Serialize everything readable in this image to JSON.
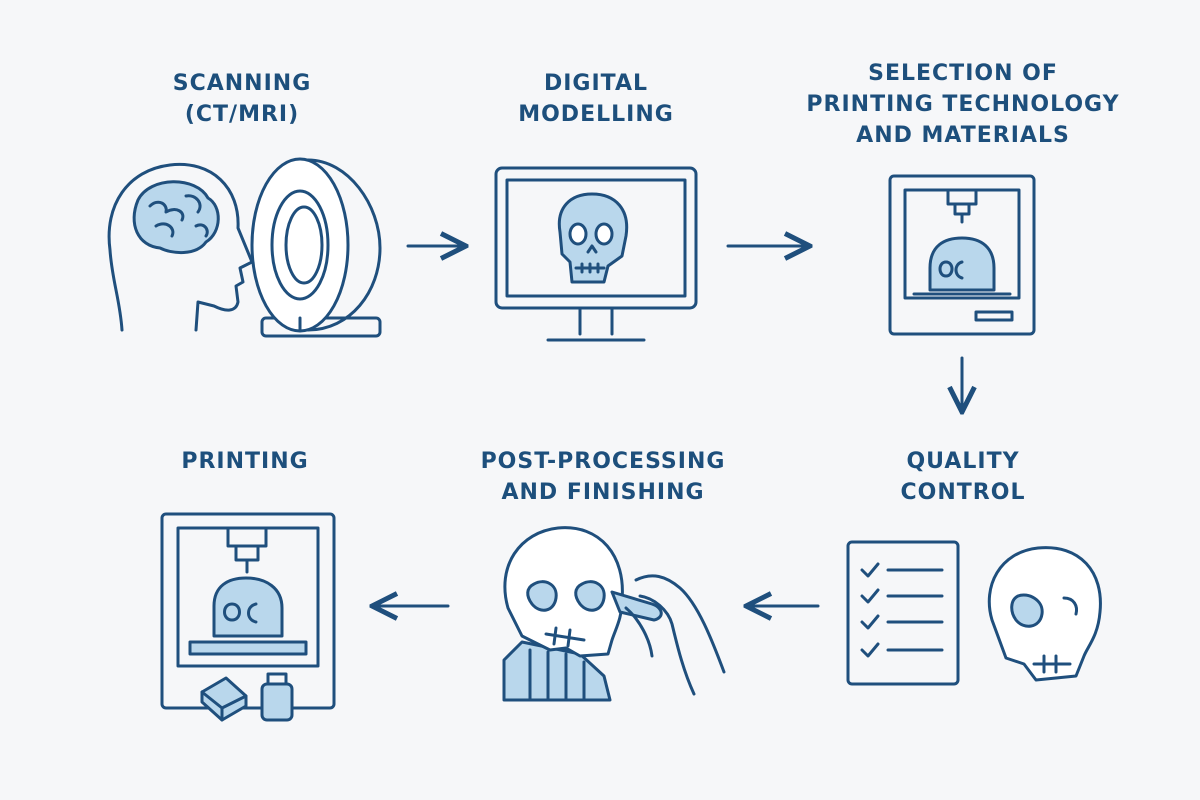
{
  "steps": [
    {
      "id": "scanning",
      "lines": [
        "SCANNING",
        "(CT/MRI)"
      ]
    },
    {
      "id": "digital-modelling",
      "lines": [
        "DIGITAL",
        "MODELLING"
      ]
    },
    {
      "id": "selection",
      "lines": [
        "SELECTION OF",
        "PRINTING TECHNOLOGY",
        "AND MATERIALS"
      ]
    },
    {
      "id": "quality-control",
      "lines": [
        "QUALITY",
        "CONTROL"
      ]
    },
    {
      "id": "post-processing",
      "lines": [
        "POST-PROCESSING",
        "AND FINISHING"
      ]
    },
    {
      "id": "printing",
      "lines": [
        "PRINTING"
      ]
    }
  ],
  "colors": {
    "stroke": "#1f4f7d",
    "fill": "#b9d7ec",
    "text": "#1d4f7c",
    "background": "#f6f7f9"
  },
  "icons": [
    "brain-head-icon",
    "mri-scanner-icon",
    "monitor-skull-icon",
    "3d-printer-icon",
    "checklist-icon",
    "skull-icon",
    "hand-finishing-skull-icon",
    "printer-with-materials-icon"
  ]
}
